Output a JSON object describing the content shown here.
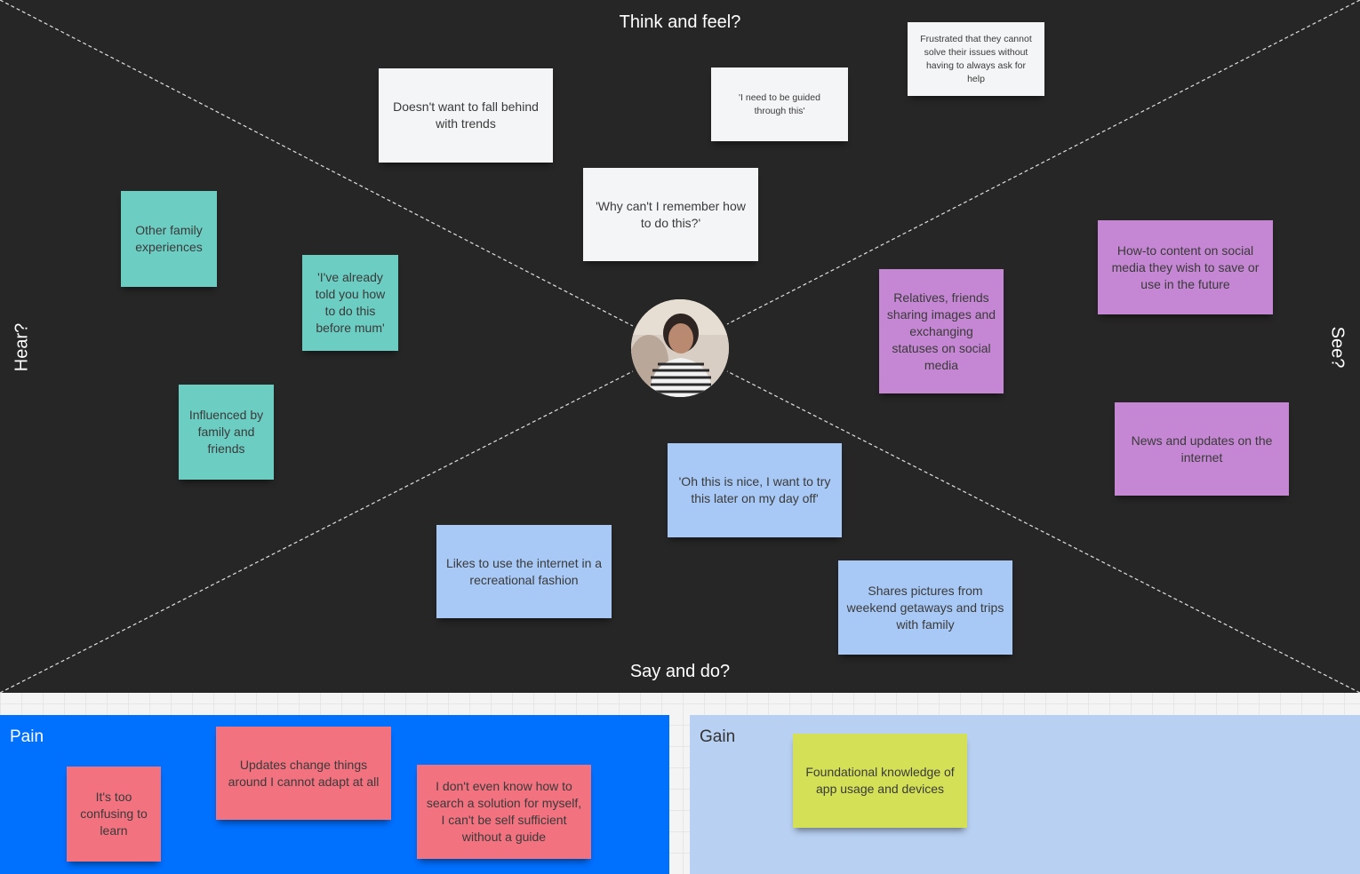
{
  "quadrants": {
    "think": "Think and feel?",
    "say": "Say and do?",
    "hear": "Hear?",
    "see": "See?"
  },
  "notes": {
    "think_1": "Doesn't want to fall behind with trends",
    "think_2": "'I need to be guided through this'",
    "think_3": "Frustrated that they cannot solve their issues without having to always ask for help",
    "think_4": "'Why can't I remember how to do this?'",
    "hear_1": "Other family experiences",
    "hear_2": "'I've already told you how to do this before mum'",
    "hear_3": "Influenced by family and friends",
    "see_1": "How-to content on social media they wish to save or use in the future",
    "see_2": "Relatives, friends sharing images and exchanging statuses on social media",
    "see_3": "News and updates on the internet",
    "say_1": "'Oh this is nice, I want to try this later on my day off'",
    "say_2": "Likes to use the internet in a recreational fashion",
    "say_3": "Shares pictures from weekend getaways and trips with family"
  },
  "pain": {
    "title": "Pain",
    "notes": [
      "It's too confusing to learn",
      "Updates change things around I cannot adapt at all",
      "I don't even know how to search a solution for myself, I can't be self sufficient without a guide"
    ]
  },
  "gain": {
    "title": "Gain",
    "notes": [
      "Foundational knowledge of app usage and devices"
    ]
  },
  "colors": {
    "board": "#262626",
    "sticky_white": "#f4f5f7",
    "sticky_teal": "#6ccdc3",
    "sticky_purple": "#c587d3",
    "sticky_blue": "#a8c9f5",
    "sticky_pink": "#f2727f",
    "sticky_lime": "#d4e157",
    "pain_panel": "#0070ff",
    "gain_panel": "#b8d0f2"
  }
}
